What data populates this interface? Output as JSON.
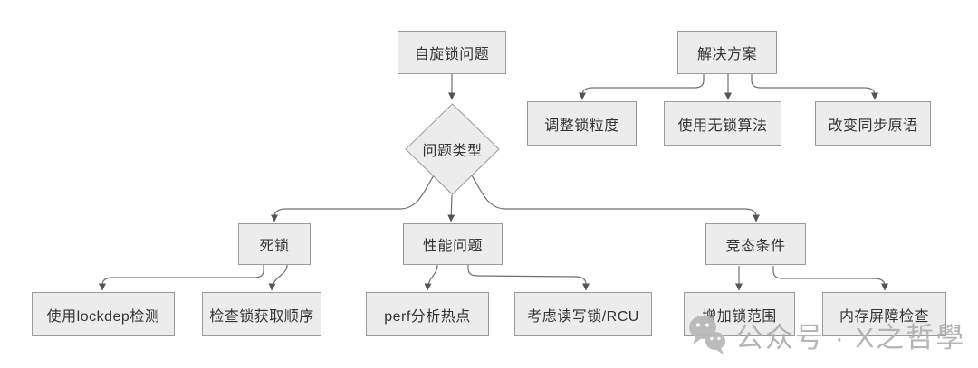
{
  "diagram": {
    "title": "spinlock problem troubleshooting flowchart",
    "nodes": {
      "spinlock": {
        "label": "自旋锁问题"
      },
      "problem_type": {
        "label": "问题类型"
      },
      "solutions": {
        "label": "解决方案"
      },
      "adjust_granularity": {
        "label": "调整锁粒度"
      },
      "lockfree": {
        "label": "使用无锁算法"
      },
      "sync_primitive": {
        "label": "改变同步原语"
      },
      "deadlock": {
        "label": "死锁"
      },
      "performance": {
        "label": "性能问题"
      },
      "race": {
        "label": "竞态条件"
      },
      "lockdep": {
        "label": "使用lockdep检测"
      },
      "lock_order": {
        "label": "检查锁获取顺序"
      },
      "perf_hotspot": {
        "label": "perf分析热点"
      },
      "rwlock_rcu": {
        "label": "考虑读写锁/RCU"
      },
      "lock_scope": {
        "label": "增加锁范围"
      },
      "memory_barrier": {
        "label": "内存屏障检查"
      }
    },
    "edges": [
      {
        "from": "spinlock",
        "to": "problem_type"
      },
      {
        "from": "problem_type",
        "to": "deadlock"
      },
      {
        "from": "problem_type",
        "to": "performance"
      },
      {
        "from": "problem_type",
        "to": "race"
      },
      {
        "from": "solutions",
        "to": "adjust_granularity"
      },
      {
        "from": "solutions",
        "to": "lockfree"
      },
      {
        "from": "solutions",
        "to": "sync_primitive"
      },
      {
        "from": "deadlock",
        "to": "lockdep"
      },
      {
        "from": "deadlock",
        "to": "lock_order"
      },
      {
        "from": "performance",
        "to": "perf_hotspot"
      },
      {
        "from": "performance",
        "to": "rwlock_rcu"
      },
      {
        "from": "race",
        "to": "lock_scope"
      },
      {
        "from": "race",
        "to": "memory_barrier"
      }
    ],
    "colors": {
      "node_fill": "#ececec",
      "node_border": "#9a9a9a",
      "edge": "#707070",
      "arrowhead": "#555555",
      "text": "#333333",
      "watermark": "#b2b2b2",
      "background": "#ffffff"
    }
  },
  "watermark": {
    "icon": "wechat-icon",
    "label": "公众号 · X之哲學"
  }
}
